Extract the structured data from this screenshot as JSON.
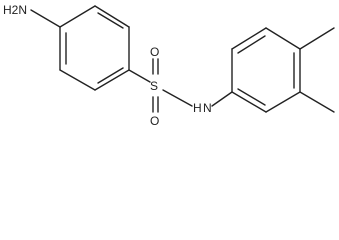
{
  "molecule": {
    "atoms": {
      "amino": "H2N",
      "sulfur": "S",
      "oxygen_top": "O",
      "oxygen_bottom": "O",
      "amide_nitrogen": "N",
      "amide_hydrogen": "H"
    }
  },
  "colors": {
    "bond": "#222222",
    "background": "#ffffff"
  }
}
